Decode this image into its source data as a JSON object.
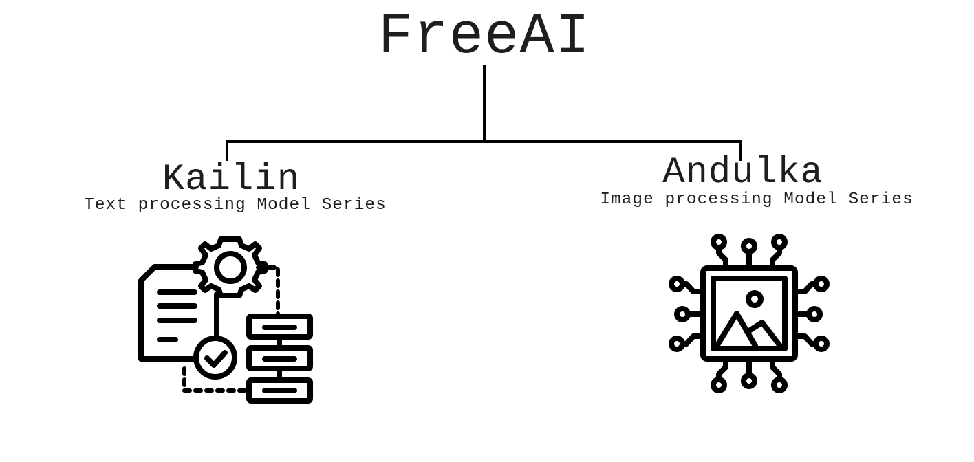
{
  "root": {
    "title": "FreeAI"
  },
  "children": [
    {
      "name": "Kailin",
      "description": "Text processing Model Series",
      "icon": "document-gear-workflow-icon"
    },
    {
      "name": "Andulka",
      "description": "Image processing Model Series",
      "icon": "image-processing-chip-icon"
    }
  ],
  "colors": {
    "line": "#000000",
    "text": "#1e1e1e",
    "background": "#ffffff"
  }
}
